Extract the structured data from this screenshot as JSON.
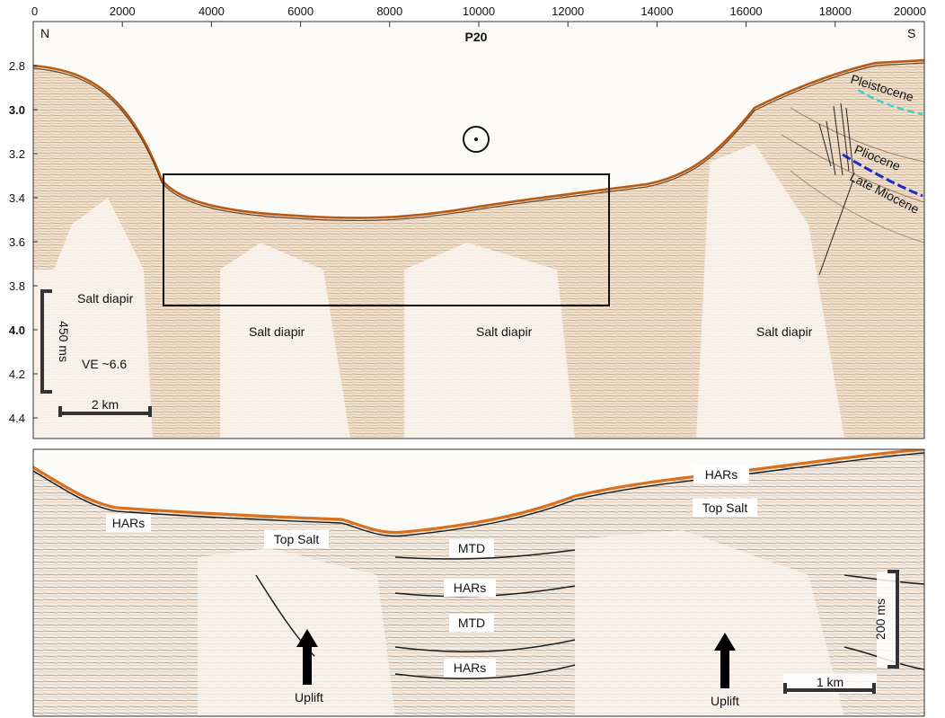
{
  "top_panel": {
    "title": "P20",
    "left_direction": "N",
    "right_direction": "S",
    "x_ticks": [
      "0",
      "2000",
      "4000",
      "6000",
      "8000",
      "10000",
      "12000",
      "14000",
      "16000",
      "18000",
      "20000"
    ],
    "y_ticks": [
      "2.8",
      "3.0",
      "3.2",
      "3.4",
      "3.6",
      "3.8",
      "4.0",
      "4.2",
      "4.4"
    ],
    "bold_y_ticks": [
      "3.0",
      "4.0"
    ],
    "labels": {
      "salt_diapir": "Salt diapir",
      "pleistocene": "Pleistocene",
      "pliocene": "Pliocene",
      "late_miocene": "Late Miocene",
      "ve": "VE ~6.6",
      "vertical_scale": "450 ms",
      "horizontal_scale": "2 km"
    },
    "colors": {
      "pleistocene_line": "#3fd2c8",
      "pliocene_line": "#1a2cc8",
      "seabed": "#b85a12"
    }
  },
  "bottom_panel": {
    "labels": {
      "hars": "HARs",
      "top_salt": "Top Salt",
      "mtd": "MTD",
      "uplift": "Uplift",
      "vertical_scale": "200 ms",
      "horizontal_scale": "1 km"
    }
  }
}
